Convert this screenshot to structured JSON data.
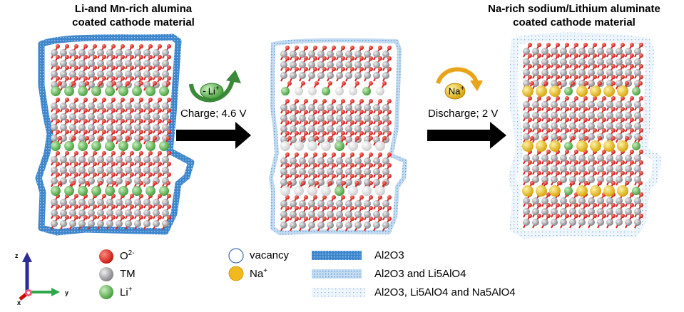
{
  "titles": {
    "left_line1": "Li-and Mn-rich alumina",
    "left_line2": "coated cathode material",
    "right_line1": "Na-rich sodium/Lithium aluminate",
    "right_line2": "coated cathode material"
  },
  "steps": {
    "charge_ion_sign": "-",
    "charge_ion": "Li",
    "charge_ion_sup": "+",
    "charge_label": "Charge; 4.6 V",
    "discharge_ion": "Na",
    "discharge_ion_sup": "+",
    "discharge_label": "Discharge; 2 V"
  },
  "legend": {
    "oxygen": "O",
    "oxygen_sup": "2-",
    "tm": "TM",
    "li": "Li",
    "li_sup": "+",
    "vacancy": "vacancy",
    "na": "Na",
    "na_sup": "+",
    "coat1": "Al2O3",
    "coat2": "Al2O3 and Li5AlO4",
    "coat3": "Al2O3, Li5AlO4 and Na5AlO4"
  },
  "axes": {
    "z": "z",
    "y": "y",
    "x": "x"
  },
  "colors": {
    "oxygen": "#e3261c",
    "tm": "#a9a9ad",
    "li": "#6dbd5c",
    "na": "#f2b91e",
    "vacancy": "#ffffff",
    "coat_dark": "#4a8fd0",
    "coat_mid": "#9cc4e8",
    "coat_light": "#cfe3f5",
    "arrow": "#000000",
    "charge_arrow": "#3a8a3a",
    "discharge_arrow": "#e8a41a"
  }
}
